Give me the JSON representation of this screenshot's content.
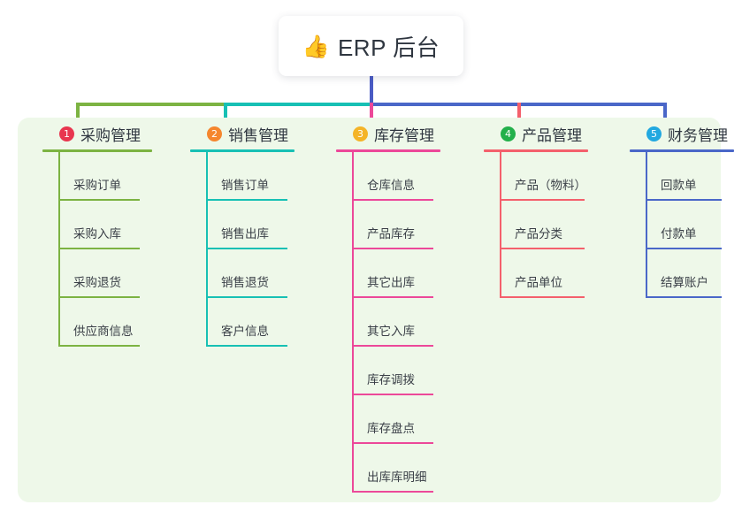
{
  "root": {
    "icon": "thumbs-up-emoji",
    "emoji": "👍",
    "title": "ERP 后台"
  },
  "theme": {
    "canvas_bg": "#ffffff",
    "panel_bg": "#eef8e9",
    "root_card_bg": "#ffffff",
    "text_color": "#2f3640",
    "trunk_color": "#4a5bc4"
  },
  "branches": [
    {
      "number": "1",
      "title": "采购管理",
      "badge_color": "#e8364f",
      "line_color": "#7cb342",
      "items": [
        {
          "label": "采购订单"
        },
        {
          "label": "采购入库"
        },
        {
          "label": "采购退货"
        },
        {
          "label": "供应商信息"
        }
      ]
    },
    {
      "number": "2",
      "title": "销售管理",
      "badge_color": "#f5862e",
      "line_color": "#17c0b4",
      "items": [
        {
          "label": "销售订单"
        },
        {
          "label": "销售出库"
        },
        {
          "label": "销售退货"
        },
        {
          "label": "客户信息"
        }
      ]
    },
    {
      "number": "3",
      "title": "库存管理",
      "badge_color": "#f4b428",
      "line_color": "#ec4899",
      "items": [
        {
          "label": "仓库信息"
        },
        {
          "label": "产品库存"
        },
        {
          "label": "其它出库"
        },
        {
          "label": "其它入库"
        },
        {
          "label": "库存调拨"
        },
        {
          "label": "库存盘点"
        },
        {
          "label": "出库库明细"
        }
      ]
    },
    {
      "number": "4",
      "title": "产品管理",
      "badge_color": "#23b04b",
      "line_color": "#f4606c",
      "items": [
        {
          "label": "产品（物料）"
        },
        {
          "label": "产品分类"
        },
        {
          "label": "产品单位"
        }
      ]
    },
    {
      "number": "5",
      "title": "财务管理",
      "badge_color": "#22a8e0",
      "line_color": "#4a67c8",
      "items": [
        {
          "label": "回款单"
        },
        {
          "label": "付款单"
        },
        {
          "label": "结算账户"
        }
      ]
    }
  ]
}
